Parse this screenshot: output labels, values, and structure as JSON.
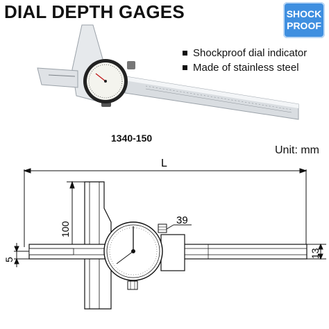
{
  "header": {
    "title": "DIAL DEPTH GAGES"
  },
  "badge": {
    "line1": "SHOCK",
    "line2": "PROOF",
    "color": "#3f8fe0"
  },
  "features": [
    "Shockproof dial indicator",
    "Made of stainless steel"
  ],
  "model": "1340-150",
  "unit_label": "Unit: mm",
  "drawing": {
    "length_label": "L",
    "height_label": "100",
    "offset_label": "5",
    "rod_label": "13",
    "dial_label": "39"
  }
}
